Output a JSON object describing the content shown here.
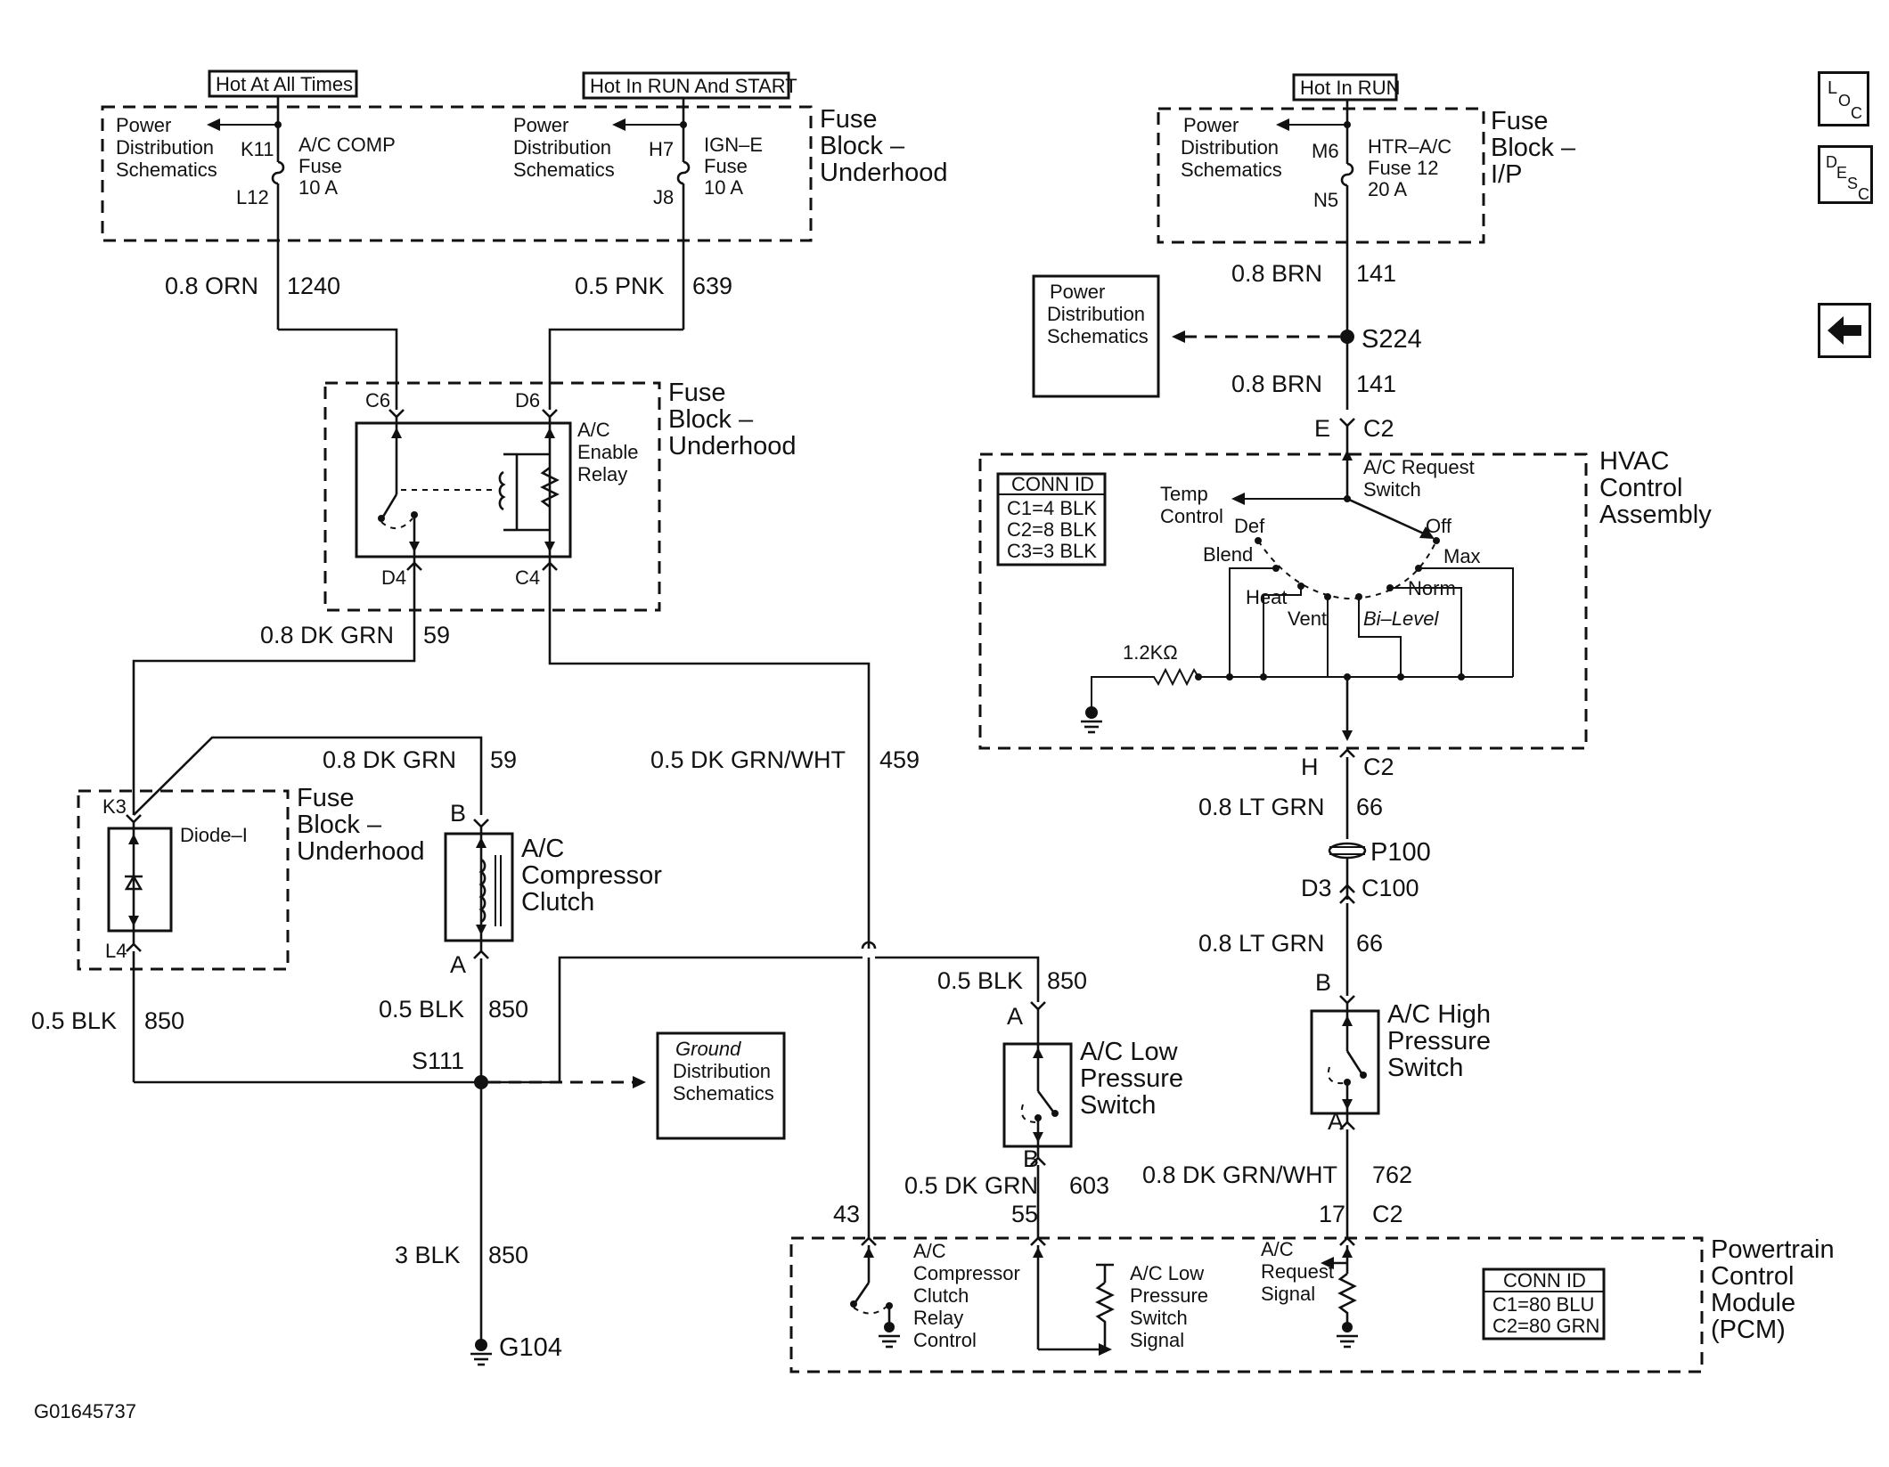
{
  "hot_labels": {
    "always": "Hot At All Times",
    "run_start": "Hot In RUN And START",
    "run": "Hot In RUN"
  },
  "power_dist": {
    "l1": "Power",
    "l2": "Distribution",
    "l3": "Schematics"
  },
  "ground_dist": {
    "l1": "Ground",
    "l2": "Distribution",
    "l3": "Schematics"
  },
  "fuse_block_underhood": {
    "l1": "Fuse",
    "l2": "Block –",
    "l3": "Underhood"
  },
  "fuse_block_ip": {
    "l1": "Fuse",
    "l2": "Block –",
    "l3": "I/P"
  },
  "fuses": {
    "ac_comp": {
      "in": "K11",
      "out": "L12",
      "l1": "A/C COMP",
      "l2": "Fuse",
      "l3": "10 A"
    },
    "ign_e": {
      "in": "H7",
      "out": "J8",
      "l1": "IGN–E",
      "l2": "Fuse",
      "l3": "10 A"
    },
    "htr_ac": {
      "in": "M6",
      "out": "N5",
      "l1": "HTR–A/C",
      "l2": "Fuse 12",
      "l3": "20 A"
    }
  },
  "wires": {
    "w1240": {
      "gauge": "0.8 ORN",
      "circuit": "1240"
    },
    "w639": {
      "gauge": "0.5 PNK",
      "circuit": "639"
    },
    "w141a": {
      "gauge": "0.8 BRN",
      "circuit": "141"
    },
    "w141b": {
      "gauge": "0.8 BRN",
      "circuit": "141"
    },
    "w59a": {
      "gauge": "0.8 DK GRN",
      "circuit": "59"
    },
    "w59b": {
      "gauge": "0.8 DK GRN",
      "circuit": "59"
    },
    "w459": {
      "gauge": "0.5 DK GRN/WHT",
      "circuit": "459"
    },
    "w850a": {
      "gauge": "0.5 BLK",
      "circuit": "850"
    },
    "w850b": {
      "gauge": "0.5 BLK",
      "circuit": "850"
    },
    "w850c": {
      "gauge": "0.5 BLK",
      "circuit": "850"
    },
    "w850d": {
      "gauge": "3 BLK",
      "circuit": "850"
    },
    "w603": {
      "gauge": "0.5 DK GRN",
      "circuit": "603"
    },
    "w66a": {
      "gauge": "0.8 LT GRN",
      "circuit": "66"
    },
    "w66b": {
      "gauge": "0.8 LT GRN",
      "circuit": "66"
    },
    "w762": {
      "gauge": "0.8 DK GRN/WHT",
      "circuit": "762"
    }
  },
  "relay": {
    "c6": "C6",
    "d6": "D6",
    "d4": "D4",
    "c4": "C4",
    "l1": "A/C",
    "l2": "Enable",
    "l3": "Relay"
  },
  "diode": {
    "k3": "K3",
    "l4": "L4",
    "label": "Diode–I"
  },
  "clutch": {
    "b": "B",
    "a": "A",
    "l1": "A/C",
    "l2": "Compressor",
    "l3": "Clutch"
  },
  "low_switch": {
    "a": "A",
    "b": "B",
    "l1": "A/C Low",
    "l2": "Pressure",
    "l3": "Switch"
  },
  "high_switch": {
    "a": "A",
    "b": "B",
    "l1": "A/C High",
    "l2": "Pressure",
    "l3": "Switch"
  },
  "splices": {
    "s224": "S224",
    "s111": "S111",
    "p100": "P100",
    "g104": "G104"
  },
  "hvac": {
    "l1": "HVAC",
    "l2": "Control",
    "l3": "Assembly",
    "conn_e": "E",
    "conn_c2_top": "C2",
    "conn_h": "H",
    "conn_c2_bot": "C2",
    "sw1": "A/C Request",
    "sw2": "Switch",
    "temp1": "Temp",
    "temp2": "Control",
    "def": "Def",
    "off": "Off",
    "blend": "Blend",
    "max": "Max",
    "heat": "Heat",
    "norm": "Norm",
    "vent": "Vent",
    "bilevel": "Bi–Level",
    "resistor": "1.2KΩ",
    "conn_title": "CONN ID",
    "conn1": "C1=4 BLK",
    "conn2": "C2=8 BLK",
    "conn3": "C3=3 BLK"
  },
  "c100": {
    "d3": "D3",
    "label": "C100"
  },
  "pcm": {
    "l1": "Powertrain",
    "l2": "Control",
    "l3": "Module",
    "l4": "(PCM)",
    "pin43": "43",
    "pin55": "55",
    "pin17": "17",
    "c2": "C2",
    "relay1": "A/C",
    "relay2": "Compressor",
    "relay3": "Clutch",
    "relay4": "Relay",
    "relay5": "Control",
    "low1": "A/C Low",
    "low2": "Pressure",
    "low3": "Switch",
    "low4": "Signal",
    "req1": "A/C",
    "req2": "Request",
    "req3": "Signal",
    "conn_title": "CONN ID",
    "conn1": "C1=80 BLU",
    "conn2": "C2=80 GRN"
  },
  "figure_id": "G01645737",
  "nav": {
    "loc_main": "L",
    "loc_o": "O",
    "loc_c": "C",
    "desc_d": "D",
    "desc_e": "E",
    "desc_s": "S",
    "desc_c": "C",
    "back_glyph": "🡐"
  }
}
